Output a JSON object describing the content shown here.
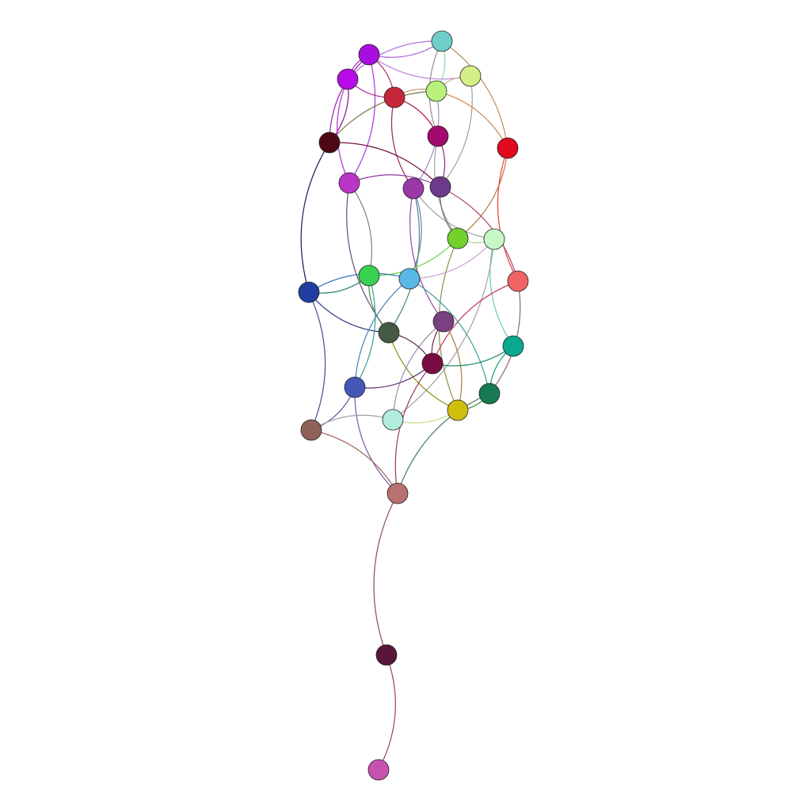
{
  "nodes": [
    {
      "id": "n1",
      "color": "#6fcfc8"
    },
    {
      "id": "n2",
      "color": "#a80ee0"
    },
    {
      "id": "n3",
      "color": "#b80ae6"
    },
    {
      "id": "n4",
      "color": "#d5ee86"
    },
    {
      "id": "n5",
      "color": "#b8f27a"
    },
    {
      "id": "n6",
      "color": "#c4263a"
    },
    {
      "id": "n7",
      "color": "#a30a6e"
    },
    {
      "id": "n8",
      "color": "#e10a1e"
    },
    {
      "id": "n9",
      "color": "#4e0814"
    },
    {
      "id": "n10",
      "color": "#b936c8"
    },
    {
      "id": "n11",
      "color": "#9a38a8"
    },
    {
      "id": "n12",
      "color": "#6c3a8a"
    },
    {
      "id": "n13",
      "color": "#73d12e"
    },
    {
      "id": "n14",
      "color": "#c6f8c6"
    },
    {
      "id": "n15",
      "color": "#f06464"
    },
    {
      "id": "n16",
      "color": "#223ea0"
    },
    {
      "id": "n17",
      "color": "#39d150"
    },
    {
      "id": "n18",
      "color": "#5ab8e6"
    },
    {
      "id": "n19",
      "color": "#7a4180"
    },
    {
      "id": "n20",
      "color": "#445a42"
    },
    {
      "id": "n21",
      "color": "#0aa88e"
    },
    {
      "id": "n22",
      "color": "#7a0a44"
    },
    {
      "id": "n23",
      "color": "#4456b8"
    },
    {
      "id": "n24",
      "color": "#167a52"
    },
    {
      "id": "n25",
      "color": "#d0be0e"
    },
    {
      "id": "n26",
      "color": "#b2ecdc"
    },
    {
      "id": "n27",
      "color": "#8e6258"
    },
    {
      "id": "n28",
      "color": "#b87070"
    },
    {
      "id": "n29",
      "color": "#5a163a"
    },
    {
      "id": "n30",
      "color": "#c652b0"
    }
  ],
  "edges": [
    {
      "source": "n2",
      "target": "n1",
      "color": "#b06adc"
    },
    {
      "source": "n3",
      "target": "n1",
      "color": "#b06adc"
    },
    {
      "source": "n2",
      "target": "n4",
      "color": "#c080d8"
    },
    {
      "source": "n1",
      "target": "n5",
      "color": "#90d8a8"
    },
    {
      "source": "n1",
      "target": "n7",
      "color": "#9a8a90"
    },
    {
      "source": "n1",
      "target": "n8",
      "color": "#b89060"
    },
    {
      "source": "n4",
      "target": "n5",
      "color": "#d0b890"
    },
    {
      "source": "n4",
      "target": "n12",
      "color": "#a0a0a0"
    },
    {
      "source": "n5",
      "target": "n6",
      "color": "#c8a070"
    },
    {
      "source": "n5",
      "target": "n8",
      "color": "#d08850"
    },
    {
      "source": "n5",
      "target": "n9",
      "color": "#7a7840"
    },
    {
      "source": "n5",
      "target": "n11",
      "color": "#a090c0"
    },
    {
      "source": "n2",
      "target": "n3",
      "color": "#a020d0"
    },
    {
      "source": "n2",
      "target": "n6",
      "color": "#a8307a"
    },
    {
      "source": "n2",
      "target": "n9",
      "color": "#9a20b0"
    },
    {
      "source": "n2",
      "target": "n10",
      "color": "#b030d8"
    },
    {
      "source": "n3",
      "target": "n6",
      "color": "#b01890"
    },
    {
      "source": "n3",
      "target": "n9",
      "color": "#8a108a"
    },
    {
      "source": "n3",
      "target": "n10",
      "color": "#b030d0"
    },
    {
      "source": "n6",
      "target": "n7",
      "color": "#b0104e"
    },
    {
      "source": "n6",
      "target": "n11",
      "color": "#a02060"
    },
    {
      "source": "n7",
      "target": "n12",
      "color": "#a02080"
    },
    {
      "source": "n7",
      "target": "n13",
      "color": "#a0a0a0"
    },
    {
      "source": "n8",
      "target": "n13",
      "color": "#b87a3a"
    },
    {
      "source": "n8",
      "target": "n15",
      "color": "#e84040"
    },
    {
      "source": "n9",
      "target": "n12",
      "color": "#701040"
    },
    {
      "source": "n9",
      "target": "n16",
      "color": "#2a1a50"
    },
    {
      "source": "n10",
      "target": "n12",
      "color": "#8a3aa0"
    },
    {
      "source": "n10",
      "target": "n20",
      "color": "#6a4a80"
    },
    {
      "source": "n10",
      "target": "n17",
      "color": "#808080"
    },
    {
      "source": "n11",
      "target": "n14",
      "color": "#a0a0a0"
    },
    {
      "source": "n11",
      "target": "n18",
      "color": "#7a70c0"
    },
    {
      "source": "n11",
      "target": "n19",
      "color": "#8a4aa0"
    },
    {
      "source": "n11",
      "target": "n20",
      "color": "#4a8a70"
    },
    {
      "source": "n12",
      "target": "n13",
      "color": "#707060"
    },
    {
      "source": "n12",
      "target": "n15",
      "color": "#b04070"
    },
    {
      "source": "n13",
      "target": "n14",
      "color": "#a0d8a0"
    },
    {
      "source": "n13",
      "target": "n17",
      "color": "#60d040"
    },
    {
      "source": "n13",
      "target": "n25",
      "color": "#8a9050"
    },
    {
      "source": "n14",
      "target": "n18",
      "color": "#c8a0c8"
    },
    {
      "source": "n14",
      "target": "n21",
      "color": "#60d0b0"
    },
    {
      "source": "n14",
      "target": "n26",
      "color": "#a0a0a0"
    },
    {
      "source": "n15",
      "target": "n22",
      "color": "#c03060"
    },
    {
      "source": "n15",
      "target": "n24",
      "color": "#8a6a60"
    },
    {
      "source": "n16",
      "target": "n17",
      "color": "#308070"
    },
    {
      "source": "n16",
      "target": "n18",
      "color": "#3a70c0"
    },
    {
      "source": "n16",
      "target": "n20",
      "color": "#2a3a80"
    },
    {
      "source": "n16",
      "target": "n27",
      "color": "#4a4a90"
    },
    {
      "source": "n17",
      "target": "n20",
      "color": "#4a8a40"
    },
    {
      "source": "n17",
      "target": "n23",
      "color": "#30a098"
    },
    {
      "source": "n18",
      "target": "n23",
      "color": "#4a80c0"
    },
    {
      "source": "n18",
      "target": "n24",
      "color": "#3aa0a0"
    },
    {
      "source": "n19",
      "target": "n22",
      "color": "#802050"
    },
    {
      "source": "n19",
      "target": "n25",
      "color": "#a08040"
    },
    {
      "source": "n19",
      "target": "n26",
      "color": "#9a90b0"
    },
    {
      "source": "n20",
      "target": "n22",
      "color": "#4a2a40"
    },
    {
      "source": "n20",
      "target": "n25",
      "color": "#8a8a10"
    },
    {
      "source": "n21",
      "target": "n22",
      "color": "#108a6a"
    },
    {
      "source": "n21",
      "target": "n24",
      "color": "#10a070"
    },
    {
      "source": "n22",
      "target": "n23",
      "color": "#60307a"
    },
    {
      "source": "n22",
      "target": "n28",
      "color": "#9a3a60"
    },
    {
      "source": "n23",
      "target": "n27",
      "color": "#5a5aa0"
    },
    {
      "source": "n23",
      "target": "n28",
      "color": "#7a5aa0"
    },
    {
      "source": "n24",
      "target": "n25",
      "color": "#3a9a3a"
    },
    {
      "source": "n24",
      "target": "n28",
      "color": "#4a7a5a"
    },
    {
      "source": "n25",
      "target": "n26",
      "color": "#c8d890"
    },
    {
      "source": "n26",
      "target": "n27",
      "color": "#a0a0a0"
    },
    {
      "source": "n27",
      "target": "n28",
      "color": "#a06a60"
    },
    {
      "source": "n28",
      "target": "n29",
      "color": "#8a4a70"
    },
    {
      "source": "n29",
      "target": "n30",
      "color": "#a03a80"
    }
  ]
}
